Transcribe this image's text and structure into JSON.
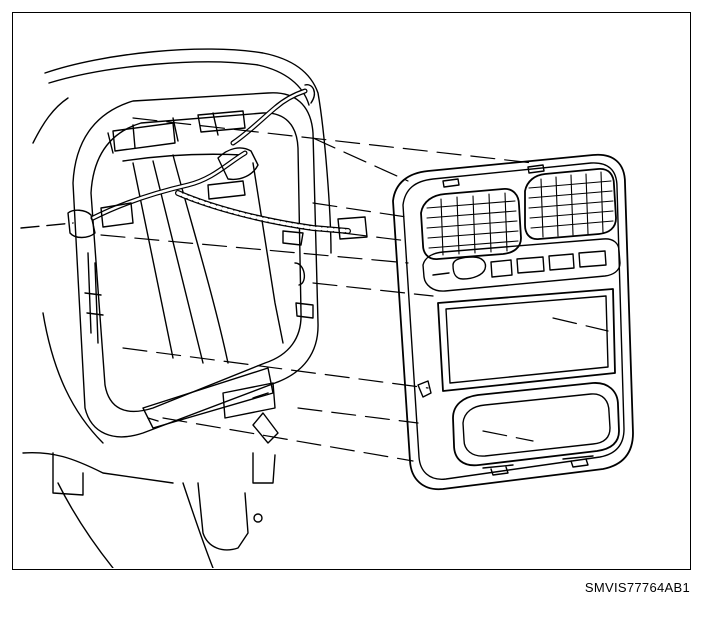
{
  "figure": {
    "code": "SMVIS77764AB1",
    "colors": {
      "line": "#000000",
      "background": "#ffffff",
      "shade": "#d8d8d8"
    },
    "parts": [
      "dash-opening-frame",
      "wiring-harness",
      "bezel-panel",
      "vent-left",
      "vent-right",
      "control-buttons",
      "display-window",
      "lower-pocket"
    ]
  }
}
